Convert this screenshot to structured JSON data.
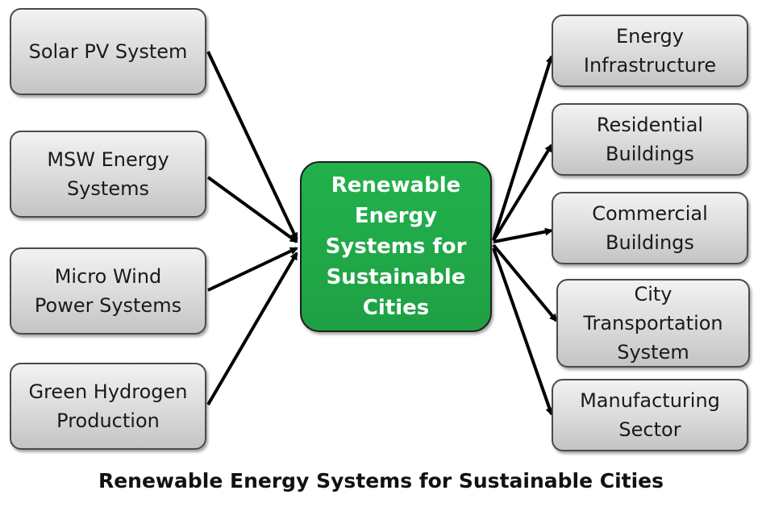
{
  "title": "Renewable Energy Systems for Sustainable Cities",
  "center": {
    "label": "Renewable\nEnergy\nSystems for\nSustainable\nCities",
    "color": "#22b14c"
  },
  "inputs": [
    {
      "label": "Solar PV System"
    },
    {
      "label": "MSW Energy\nSystems"
    },
    {
      "label": "Micro Wind\nPower Systems"
    },
    {
      "label": "Green Hydrogen\nProduction"
    }
  ],
  "outputs": [
    {
      "label": "Energy\nInfrastructure"
    },
    {
      "label": "Residential\nBuildings"
    },
    {
      "label": "Commercial\nBuildings"
    },
    {
      "label": "City\nTransportation\nSystem"
    },
    {
      "label": "Manufacturing\nSector"
    }
  ],
  "colors": {
    "node_fill": "#d9d9d9",
    "node_border": "#4a4a4a",
    "arrow": "#000000"
  }
}
